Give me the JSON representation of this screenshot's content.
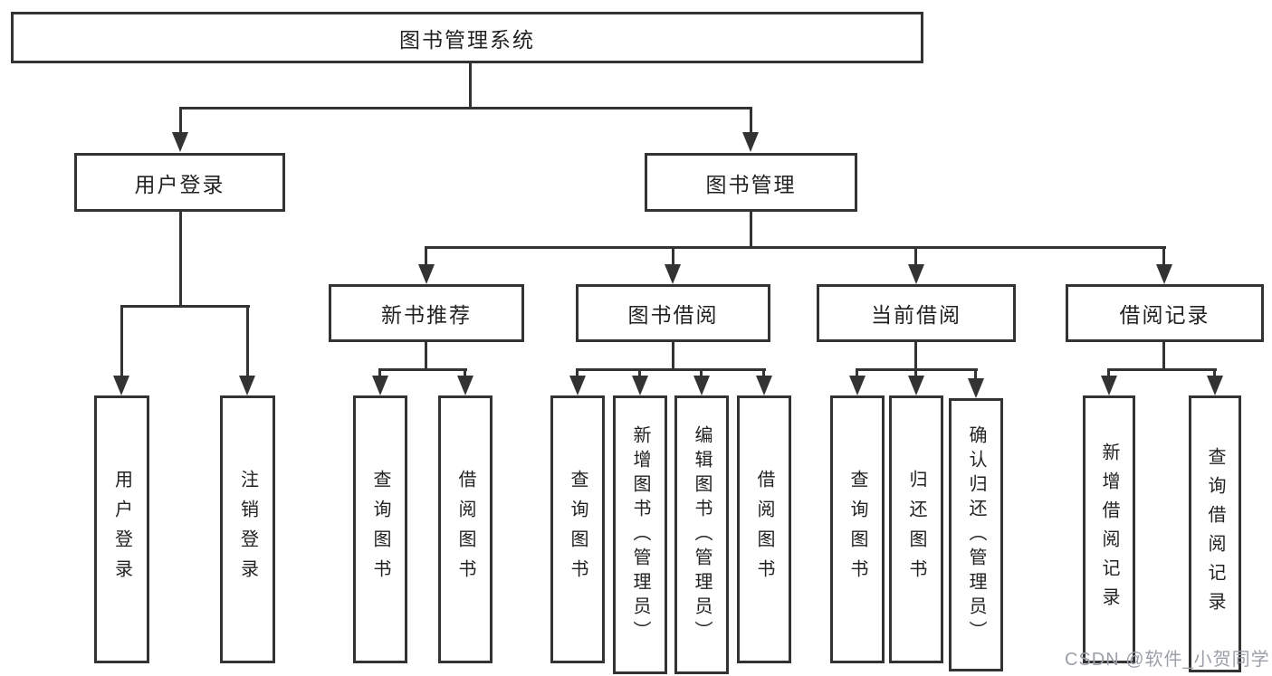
{
  "diagram": {
    "root": {
      "label": "图书管理系统"
    },
    "level1": [
      {
        "label": "用户登录"
      },
      {
        "label": "图书管理"
      }
    ],
    "level2": [
      {
        "label": "新书推荐"
      },
      {
        "label": "图书借阅"
      },
      {
        "label": "当前借阅"
      },
      {
        "label": "借阅记录"
      }
    ],
    "leaves": {
      "user_login": [
        {
          "label": "用户登录"
        },
        {
          "label": "注销登录"
        }
      ],
      "new_books": [
        {
          "label": "查询图书"
        },
        {
          "label": "借阅图书"
        }
      ],
      "book_borrow": [
        {
          "label": "查询图书"
        },
        {
          "label": "新增图书（管理员）"
        },
        {
          "label": "编辑图书（管理员）"
        },
        {
          "label": "借阅图书"
        }
      ],
      "current_borrow": [
        {
          "label": "查询图书"
        },
        {
          "label": "归还图书"
        },
        {
          "label": "确认归还（管理员）"
        }
      ],
      "borrow_records": [
        {
          "label": "新增借阅记录"
        },
        {
          "label": "查询借阅记录"
        }
      ]
    }
  },
  "watermark": {
    "text": "CSDN @软件_小贺同学"
  },
  "colors": {
    "line": "#333333",
    "text": "#222222",
    "watermark": "#9ba0a8",
    "background": "#ffffff"
  }
}
